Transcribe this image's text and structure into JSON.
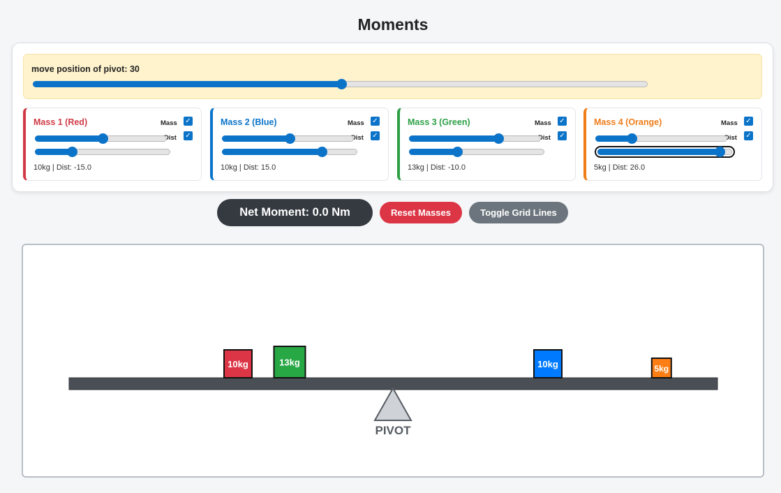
{
  "page": {
    "title": "Moments"
  },
  "pivot": {
    "label": "move position of pivot: 30",
    "value": 30,
    "fraction": 0.5
  },
  "cards": [
    {
      "title": "Mass 1 (Red)",
      "color": "#d03a45",
      "mass_check_label": "Mass",
      "dist_check_label": "Dist",
      "mass_checked": true,
      "dist_checked": true,
      "mass_fraction": 0.51,
      "dist_fraction": 0.27,
      "info": "10kg | Dist: -15.0"
    },
    {
      "title": "Mass 2 (Blue)",
      "color": "#0b74c9",
      "mass_check_label": "Mass",
      "dist_check_label": "Dist",
      "mass_checked": true,
      "dist_checked": true,
      "mass_fraction": 0.51,
      "dist_fraction": 0.73,
      "info": "10kg | Dist: 15.0"
    },
    {
      "title": "Mass 3 (Green)",
      "color": "#2c9f45",
      "mass_check_label": "Mass",
      "dist_check_label": "Dist",
      "mass_checked": true,
      "dist_checked": true,
      "mass_fraction": 0.67,
      "dist_fraction": 0.35,
      "info": "13kg | Dist: -10.0"
    },
    {
      "title": "Mass 4 (Orange)",
      "color": "#ef7d1a",
      "mass_check_label": "Mass",
      "dist_check_label": "Dist",
      "mass_checked": true,
      "dist_checked": true,
      "mass_fraction": 0.27,
      "dist_fraction": 0.9,
      "info": "5kg | Dist: 26.0"
    }
  ],
  "net_moment": "Net Moment: 0.0 Nm",
  "buttons": {
    "reset": "Reset Masses",
    "grid": "Toggle Grid Lines"
  },
  "scene": {
    "pivot_label": "PIVOT",
    "blocks": [
      {
        "label": "10kg",
        "color": "#dc3545",
        "dist": -15.0,
        "mass": 10
      },
      {
        "label": "13kg",
        "color": "#28a745",
        "dist": -10.0,
        "mass": 13
      },
      {
        "label": "10kg",
        "color": "#007bff",
        "dist": 15.0,
        "mass": 10
      },
      {
        "label": "5kg",
        "color": "#fd7e14",
        "dist": 26.0,
        "mass": 5
      }
    ]
  }
}
